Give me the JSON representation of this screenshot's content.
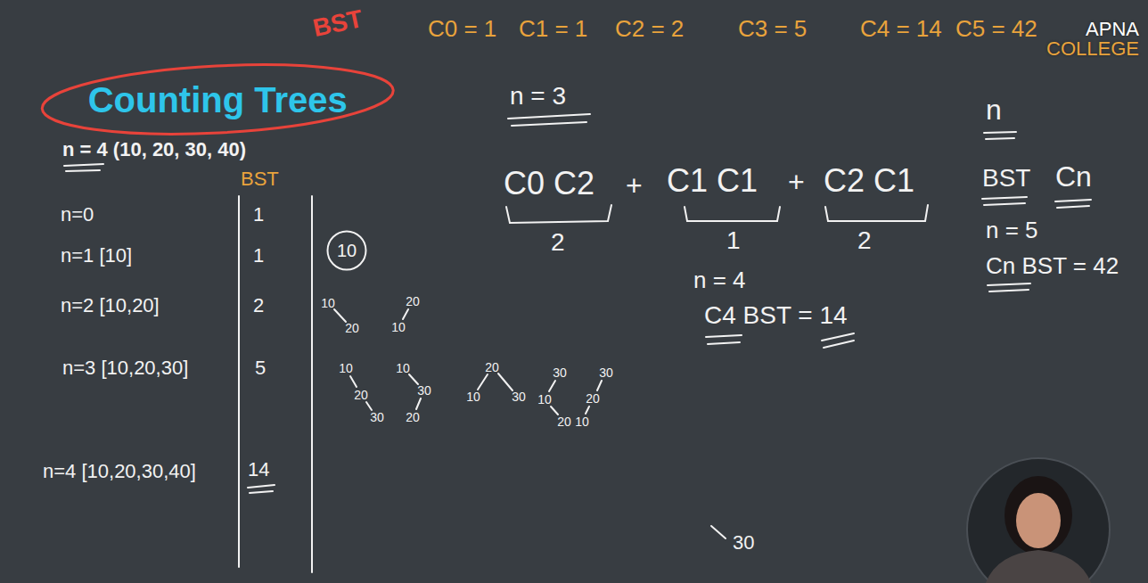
{
  "diagram": {
    "nodes": [
      {
        "text": [
          "Counting Trees"
        ]
      },
      {
        "text": [
          "10"
        ]
      }
    ],
    "labels": [
      "BST",
      "C0 = 1",
      "C1 = 1",
      "C2 = 2",
      "C3 = 5",
      "C4 = 14",
      "C5 = 42",
      "APNA COLLEGE",
      "n = 4 (10, 20, 30, 40)",
      "BST",
      "n=0",
      "1",
      "n=1 [10]",
      "1",
      "n=2 [10,20]",
      "2",
      "n=3 [10,20,30]",
      "5",
      "n=4 [10,20,30,40]",
      "14",
      "10",
      "20",
      "20",
      "10",
      "10",
      "20",
      "30",
      "10",
      "30",
      "20",
      "20",
      "10",
      "30",
      "30",
      "10",
      "20",
      "30",
      "20",
      "10",
      "n = 3",
      "C0 C2",
      "+",
      "C1 C1",
      "+",
      "C2 C1",
      "2",
      "1",
      "2",
      "n = 4",
      "C4 BST = 14",
      "n",
      "BST",
      "Cn",
      "n = 5",
      "Cn BST = 42",
      "30"
    ]
  }
}
